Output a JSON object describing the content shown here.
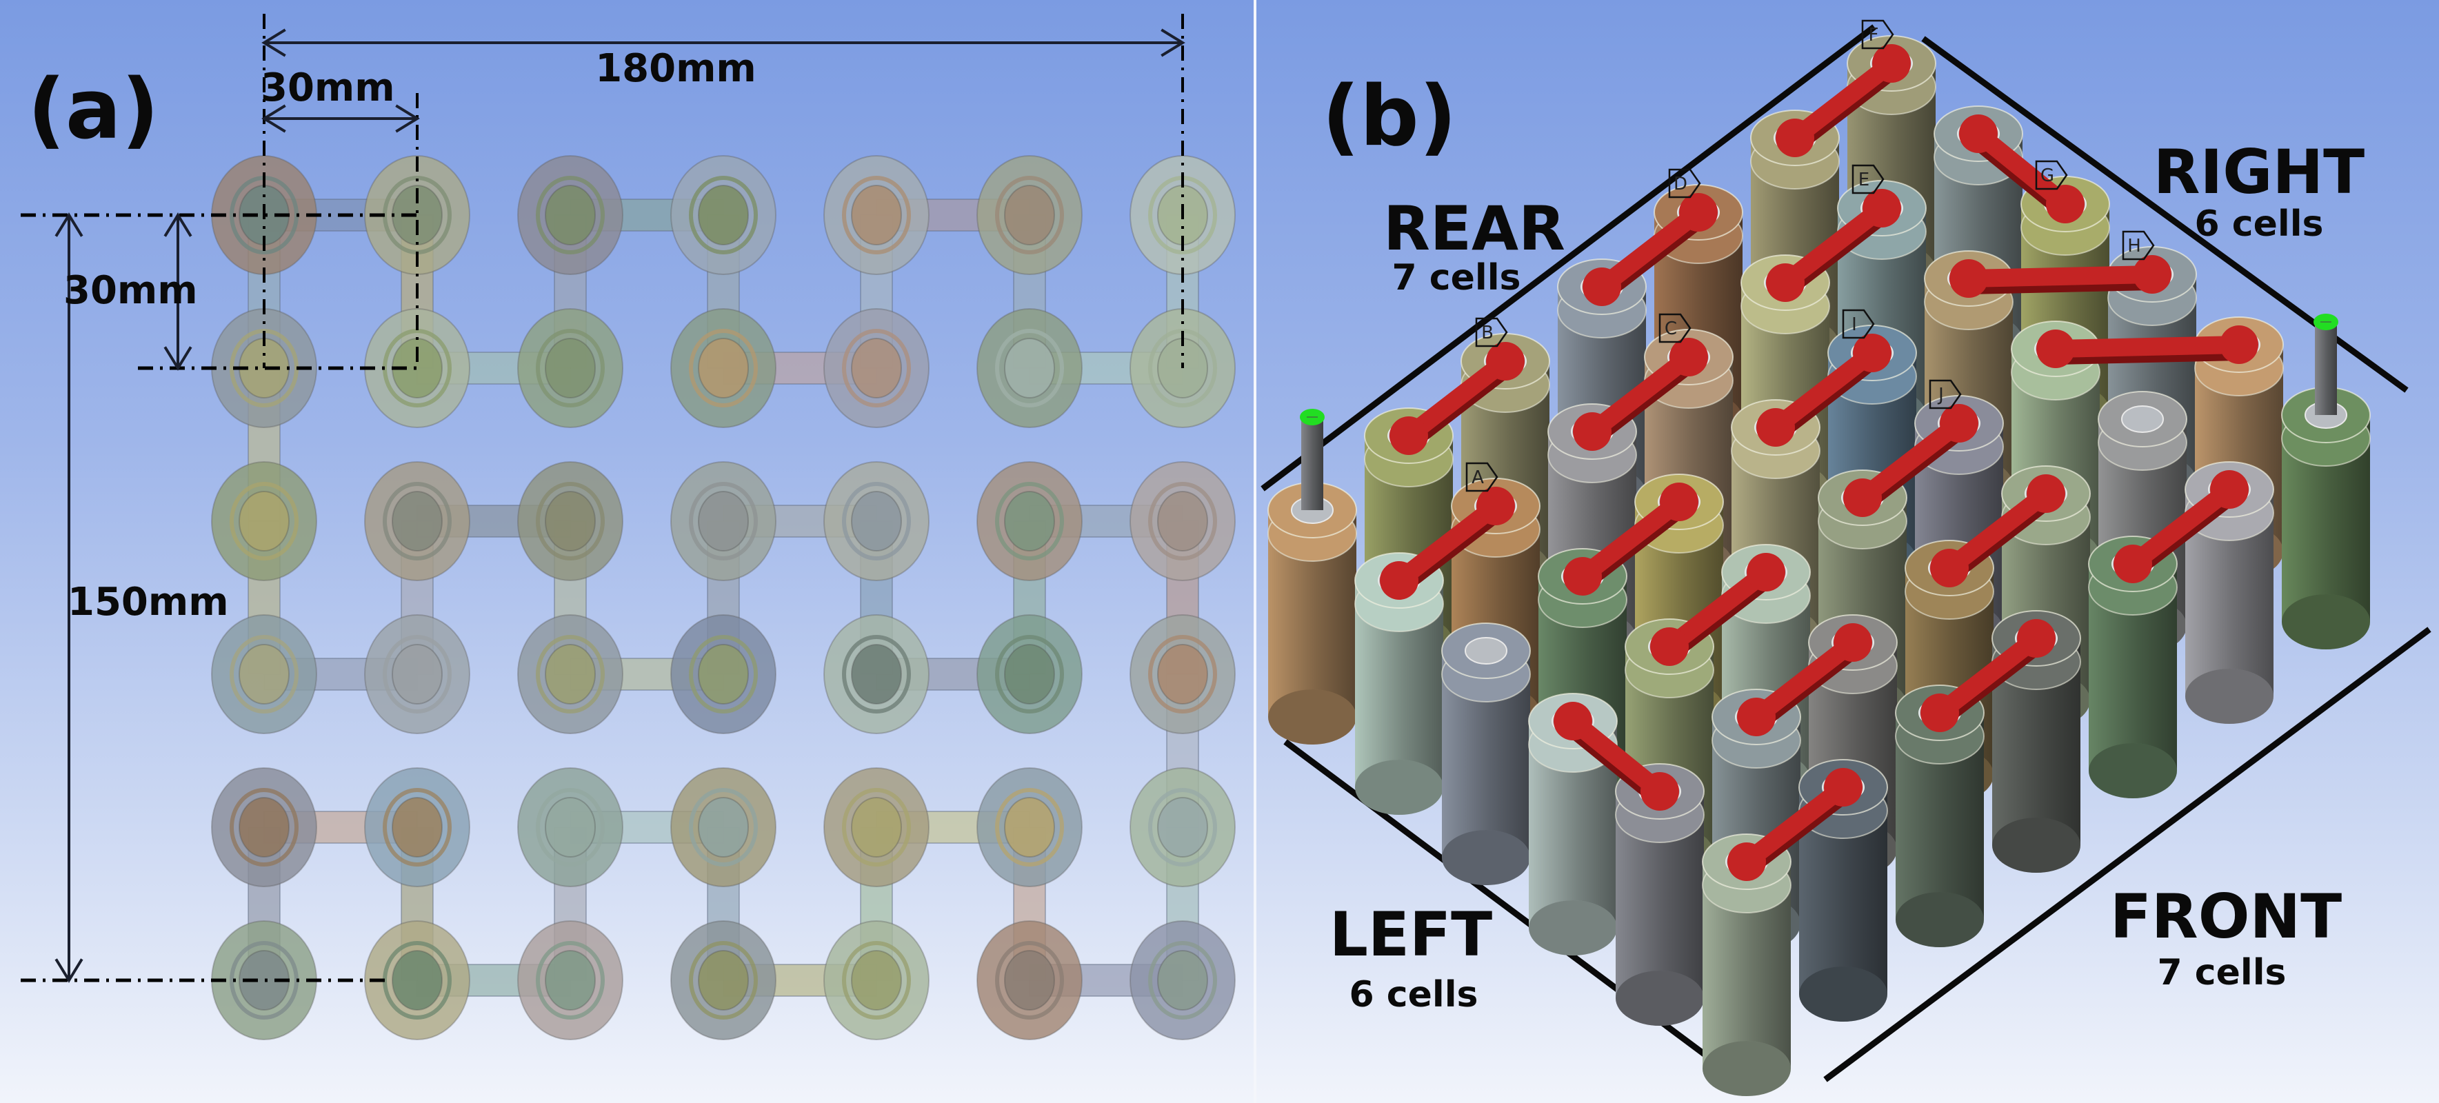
{
  "panel_a": {
    "label": "(a)",
    "grid": {
      "columns": 7,
      "rows": 6
    },
    "dimensions": {
      "total_width": "180mm",
      "pitch_horizontal": "30mm",
      "pitch_vertical": "30mm",
      "total_height": "150mm"
    },
    "cell_colors": [
      [
        "#9a8372",
        "#a9a98a",
        "#8b8a95",
        "#9aa6b3",
        "#a3acb0",
        "#9ea48a",
        "#b5c0b5"
      ],
      [
        "#8d979d",
        "#a9b49f",
        "#8ea183",
        "#889b86",
        "#9b9fae",
        "#8c9e82",
        "#a9b79c"
      ],
      [
        "#8e9c78",
        "#a59b86",
        "#8f9480",
        "#9aa29a",
        "#a8aca0",
        "#a4907e",
        "#ada3a0"
      ],
      [
        "#899ca3",
        "#9ba3a9",
        "#8f98a0",
        "#7d8aa1",
        "#a6b6a7",
        "#7f9d8f",
        "#9ca3a0"
      ],
      [
        "#8a8e9a",
        "#8aa2b5",
        "#8ea49a",
        "#a09a78",
        "#a59c80",
        "#8b9ca6",
        "#a2b59c"
      ],
      [
        "#8ea189",
        "#aeaa86",
        "#ab9f9c",
        "#8a9498",
        "#a6b69c",
        "#a28674",
        "#8c94a8"
      ]
    ],
    "core_colors": [
      [
        "#6f8580",
        "#7f8f76",
        "#7a8c6c",
        "#7c8e66",
        "#a98e76",
        "#9a8a78",
        "#a4b494"
      ],
      [
        "#a4a478",
        "#8c9e70",
        "#7f9472",
        "#b09870",
        "#ab9080",
        "#9fb0a8",
        "#a0b098"
      ],
      [
        "#a8a46e",
        "#858a7e",
        "#878a70",
        "#8e9494",
        "#8d98a0",
        "#7d957f",
        "#9f9088"
      ],
      [
        "#a4a482",
        "#9aa0a4",
        "#9a9e74",
        "#8e9a70",
        "#6f7f78",
        "#6f8a76",
        "#a88a72"
      ],
      [
        "#907860",
        "#9a8464",
        "#94a8a0",
        "#90a4a0",
        "#a8a470",
        "#b4a470",
        "#98aaa8"
      ],
      [
        "#7f8c8c",
        "#708a70",
        "#829a8a",
        "#8e9466",
        "#98a070",
        "#8c7e74",
        "#8a9a90"
      ]
    ],
    "horizontal_bars": [
      {
        "row": 0,
        "from": 0,
        "to": 1,
        "color": "#7f93b8"
      },
      {
        "row": 0,
        "from": 2,
        "to": 3,
        "color": "#87a4a4"
      },
      {
        "row": 0,
        "from": 4,
        "to": 5,
        "color": "#a49aa8"
      },
      {
        "row": 1,
        "from": 1,
        "to": 2,
        "color": "#a0bcb8"
      },
      {
        "row": 1,
        "from": 3,
        "to": 4,
        "color": "#b8a4a8"
      },
      {
        "row": 1,
        "from": 5,
        "to": 6,
        "color": "#a8c4c0"
      },
      {
        "row": 2,
        "from": 1,
        "to": 2,
        "color": "#8a96a4"
      },
      {
        "row": 2,
        "from": 3,
        "to": 4,
        "color": "#a4acb4"
      },
      {
        "row": 2,
        "from": 5,
        "to": 6,
        "color": "#98a8bc"
      },
      {
        "row": 3,
        "from": 0,
        "to": 1,
        "color": "#9aa4bc"
      },
      {
        "row": 3,
        "from": 2,
        "to": 3,
        "color": "#b4bca4"
      },
      {
        "row": 3,
        "from": 4,
        "to": 5,
        "color": "#9aa0b4"
      },
      {
        "row": 4,
        "from": 0,
        "to": 1,
        "color": "#c4aca0"
      },
      {
        "row": 4,
        "from": 2,
        "to": 3,
        "color": "#acc4c4"
      },
      {
        "row": 4,
        "from": 4,
        "to": 5,
        "color": "#c4c49c"
      },
      {
        "row": 5,
        "from": 1,
        "to": 2,
        "color": "#98b4b0"
      },
      {
        "row": 5,
        "from": 3,
        "to": 4,
        "color": "#b8b890"
      },
      {
        "row": 5,
        "from": 5,
        "to": 6,
        "color": "#9aa0b8"
      }
    ],
    "vertical_bars": [
      {
        "col": 0,
        "from": 0,
        "to": 1,
        "color": "#94acbc"
      },
      {
        "col": 1,
        "from": 0,
        "to": 1,
        "color": "#b4ac84"
      },
      {
        "col": 2,
        "from": 0,
        "to": 1,
        "color": "#9aa4b8"
      },
      {
        "col": 3,
        "from": 0,
        "to": 1,
        "color": "#98a8b4"
      },
      {
        "col": 4,
        "from": 0,
        "to": 1,
        "color": "#a4b4c4"
      },
      {
        "col": 5,
        "from": 0,
        "to": 1,
        "color": "#98acc0"
      },
      {
        "col": 6,
        "from": 0,
        "to": 1,
        "color": "#a8c0c0"
      },
      {
        "col": 0,
        "from": 1,
        "to": 2,
        "color": "#b8b898"
      },
      {
        "col": 0,
        "from": 2,
        "to": 3,
        "color": "#b4b494"
      },
      {
        "col": 1,
        "from": 2,
        "to": 3,
        "color": "#a8acbc"
      },
      {
        "col": 2,
        "from": 2,
        "to": 3,
        "color": "#b0b8a8"
      },
      {
        "col": 3,
        "from": 2,
        "to": 3,
        "color": "#9aa4b4"
      },
      {
        "col": 4,
        "from": 2,
        "to": 3,
        "color": "#8ca4bc"
      },
      {
        "col": 5,
        "from": 2,
        "to": 3,
        "color": "#94b0a8"
      },
      {
        "col": 6,
        "from": 2,
        "to": 3,
        "color": "#b49c98"
      },
      {
        "col": 6,
        "from": 3,
        "to": 4,
        "color": "#b0b8c8"
      },
      {
        "col": 0,
        "from": 4,
        "to": 5,
        "color": "#9aa0b0"
      },
      {
        "col": 1,
        "from": 4,
        "to": 5,
        "color": "#a8a88c"
      },
      {
        "col": 2,
        "from": 4,
        "to": 5,
        "color": "#acb0bc"
      },
      {
        "col": 3,
        "from": 4,
        "to": 5,
        "color": "#9aacbc"
      },
      {
        "col": 4,
        "from": 4,
        "to": 5,
        "color": "#a8c0a8"
      },
      {
        "col": 5,
        "from": 4,
        "to": 5,
        "color": "#c4aca0"
      },
      {
        "col": 6,
        "from": 4,
        "to": 5,
        "color": "#a8c0c0"
      }
    ]
  },
  "panel_b": {
    "label": "(b)",
    "sides": {
      "rear": {
        "title": "REAR",
        "count": "7 cells"
      },
      "right": {
        "title": "RIGHT",
        "count": "6 cells"
      },
      "left": {
        "title": "LEFT",
        "count": "6 cells"
      },
      "front": {
        "title": "FRONT",
        "count": "7 cells"
      }
    },
    "grid": {
      "along_rear": 7,
      "along_right": 6
    },
    "busbar_color": "#c42424",
    "terminal_color": "#22dd22",
    "cell_colors": [
      [
        "#c49a6c",
        "#b7cfc3",
        "#8e97a6",
        "#b7c8c4",
        "#8c8e96",
        "#a7b6a0"
      ],
      [
        "#a0a86a",
        "#b68a5c",
        "#6e8e6c",
        "#9eaa7a",
        "#8d9a9e",
        "#5f6a74"
      ],
      [
        "#a5a27a",
        "#9c9ca0",
        "#b7ac64",
        "#b0c3b2",
        "#8b8a88",
        "#697a6a"
      ],
      [
        "#8f9aa6",
        "#b79a7c",
        "#b9b38a",
        "#96a083",
        "#9e8558",
        "#6a6f6a"
      ],
      [
        "#a77955",
        "#bcbc8a",
        "#6c8aa2",
        "#8a8c9a",
        "#9aa88a",
        "#6c8c6a"
      ],
      [
        "#a9a37a",
        "#8ea6a8",
        "#b09a72",
        "#a8bf9c",
        "#9a9b9c",
        "#aaaab0"
      ],
      [
        "#9f9c78",
        "#8f9ea0",
        "#a8ac6a",
        "#8e9aa0",
        "#c59c70",
        "#6d8f60"
      ]
    ],
    "bars": [
      {
        "a": [
          1,
          0
        ],
        "b": [
          2,
          0
        ],
        "tag": "B"
      },
      {
        "a": [
          3,
          0
        ],
        "b": [
          4,
          0
        ],
        "tag": "D"
      },
      {
        "a": [
          5,
          0
        ],
        "b": [
          6,
          0
        ],
        "tag": "F"
      },
      {
        "a": [
          0,
          1
        ],
        "b": [
          1,
          1
        ],
        "tag": "A"
      },
      {
        "a": [
          2,
          1
        ],
        "b": [
          3,
          1
        ],
        "tag": "C"
      },
      {
        "a": [
          4,
          1
        ],
        "b": [
          5,
          1
        ],
        "tag": "E"
      },
      {
        "a": [
          6,
          1
        ],
        "b": [
          6,
          2
        ],
        "tag": "G"
      },
      {
        "a": [
          1,
          2
        ],
        "b": [
          2,
          2
        ],
        "tag": ""
      },
      {
        "a": [
          3,
          2
        ],
        "b": [
          4,
          2
        ],
        "tag": "I"
      },
      {
        "a": [
          5,
          2
        ],
        "b": [
          6,
          3
        ],
        "tag": "H"
      },
      {
        "a": [
          0,
          3
        ],
        "b": [
          0,
          4
        ],
        "tag": ""
      },
      {
        "a": [
          1,
          3
        ],
        "b": [
          2,
          3
        ],
        "tag": ""
      },
      {
        "a": [
          3,
          3
        ],
        "b": [
          4,
          3
        ],
        "tag": "J"
      },
      {
        "a": [
          5,
          3
        ],
        "b": [
          6,
          4
        ],
        "tag": ""
      },
      {
        "a": [
          1,
          4
        ],
        "b": [
          2,
          4
        ],
        "tag": ""
      },
      {
        "a": [
          3,
          4
        ],
        "b": [
          4,
          4
        ],
        "tag": ""
      },
      {
        "a": [
          0,
          5
        ],
        "b": [
          1,
          5
        ],
        "tag": ""
      },
      {
        "a": [
          2,
          5
        ],
        "b": [
          3,
          5
        ],
        "tag": ""
      },
      {
        "a": [
          4,
          5
        ],
        "b": [
          5,
          5
        ],
        "tag": ""
      }
    ],
    "terminals": [
      [
        0,
        0
      ],
      [
        6,
        5
      ]
    ]
  }
}
